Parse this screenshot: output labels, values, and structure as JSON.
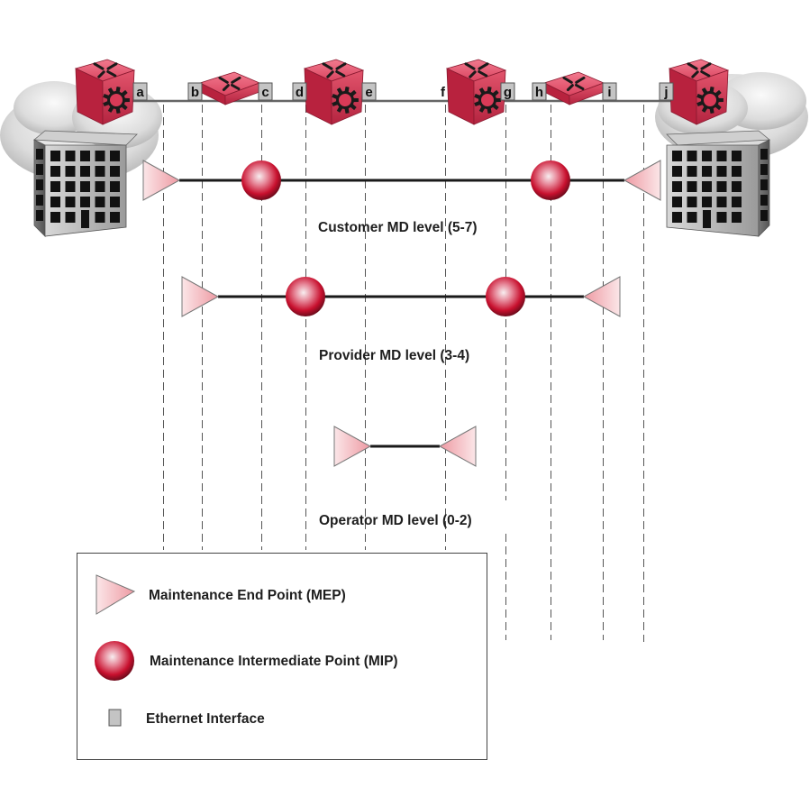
{
  "diagram": {
    "title": "Ethernet CFM maintenance domain levels",
    "colors": {
      "device_red": "#d23a55",
      "mip_red": "#c8102e",
      "mep_pink": "#f0a0a8",
      "interface_gray": "#c4c4c4",
      "line": "#222222",
      "dash": "#555555"
    },
    "interfaces": [
      "a",
      "b",
      "c",
      "d",
      "e",
      "f",
      "g",
      "h",
      "i",
      "j"
    ],
    "devices": [
      {
        "id": "customer-router-left",
        "type": "router-cube",
        "between": [
          "cloud",
          "a"
        ]
      },
      {
        "id": "provider-switch-1",
        "type": "switch",
        "between": [
          "b",
          "c"
        ]
      },
      {
        "id": "operator-router-1",
        "type": "router-cube",
        "between": [
          "d",
          "e"
        ]
      },
      {
        "id": "operator-router-2",
        "type": "router-cube",
        "between": [
          "f",
          "g"
        ]
      },
      {
        "id": "provider-switch-2",
        "type": "switch",
        "between": [
          "h",
          "i"
        ]
      },
      {
        "id": "customer-router-right",
        "type": "router-cube",
        "between": [
          "j",
          "cloud"
        ]
      }
    ],
    "sites": [
      {
        "id": "customer-site-left",
        "type": "building"
      },
      {
        "id": "customer-site-right",
        "type": "building"
      }
    ],
    "levels": [
      {
        "name": "customer",
        "label": "Customer MD level (5-7)",
        "mep_left": "a",
        "mep_right": "j",
        "mips": [
          "c",
          "h"
        ]
      },
      {
        "name": "provider",
        "label": "Provider MD level (3-4)",
        "mep_left": "b",
        "mep_right": "i",
        "mips": [
          "d",
          "g"
        ]
      },
      {
        "name": "operator",
        "label": "Operator MD level (0-2)",
        "mep_left": "e",
        "mep_right": "f",
        "mips": []
      }
    ],
    "legend": {
      "items": [
        {
          "icon": "mep-triangle-icon",
          "label": "Maintenance End Point (MEP)"
        },
        {
          "icon": "mip-sphere-icon",
          "label": "Maintenance Intermediate Point (MIP)"
        },
        {
          "icon": "ethernet-interface-icon",
          "label": "Ethernet Interface"
        }
      ]
    }
  }
}
